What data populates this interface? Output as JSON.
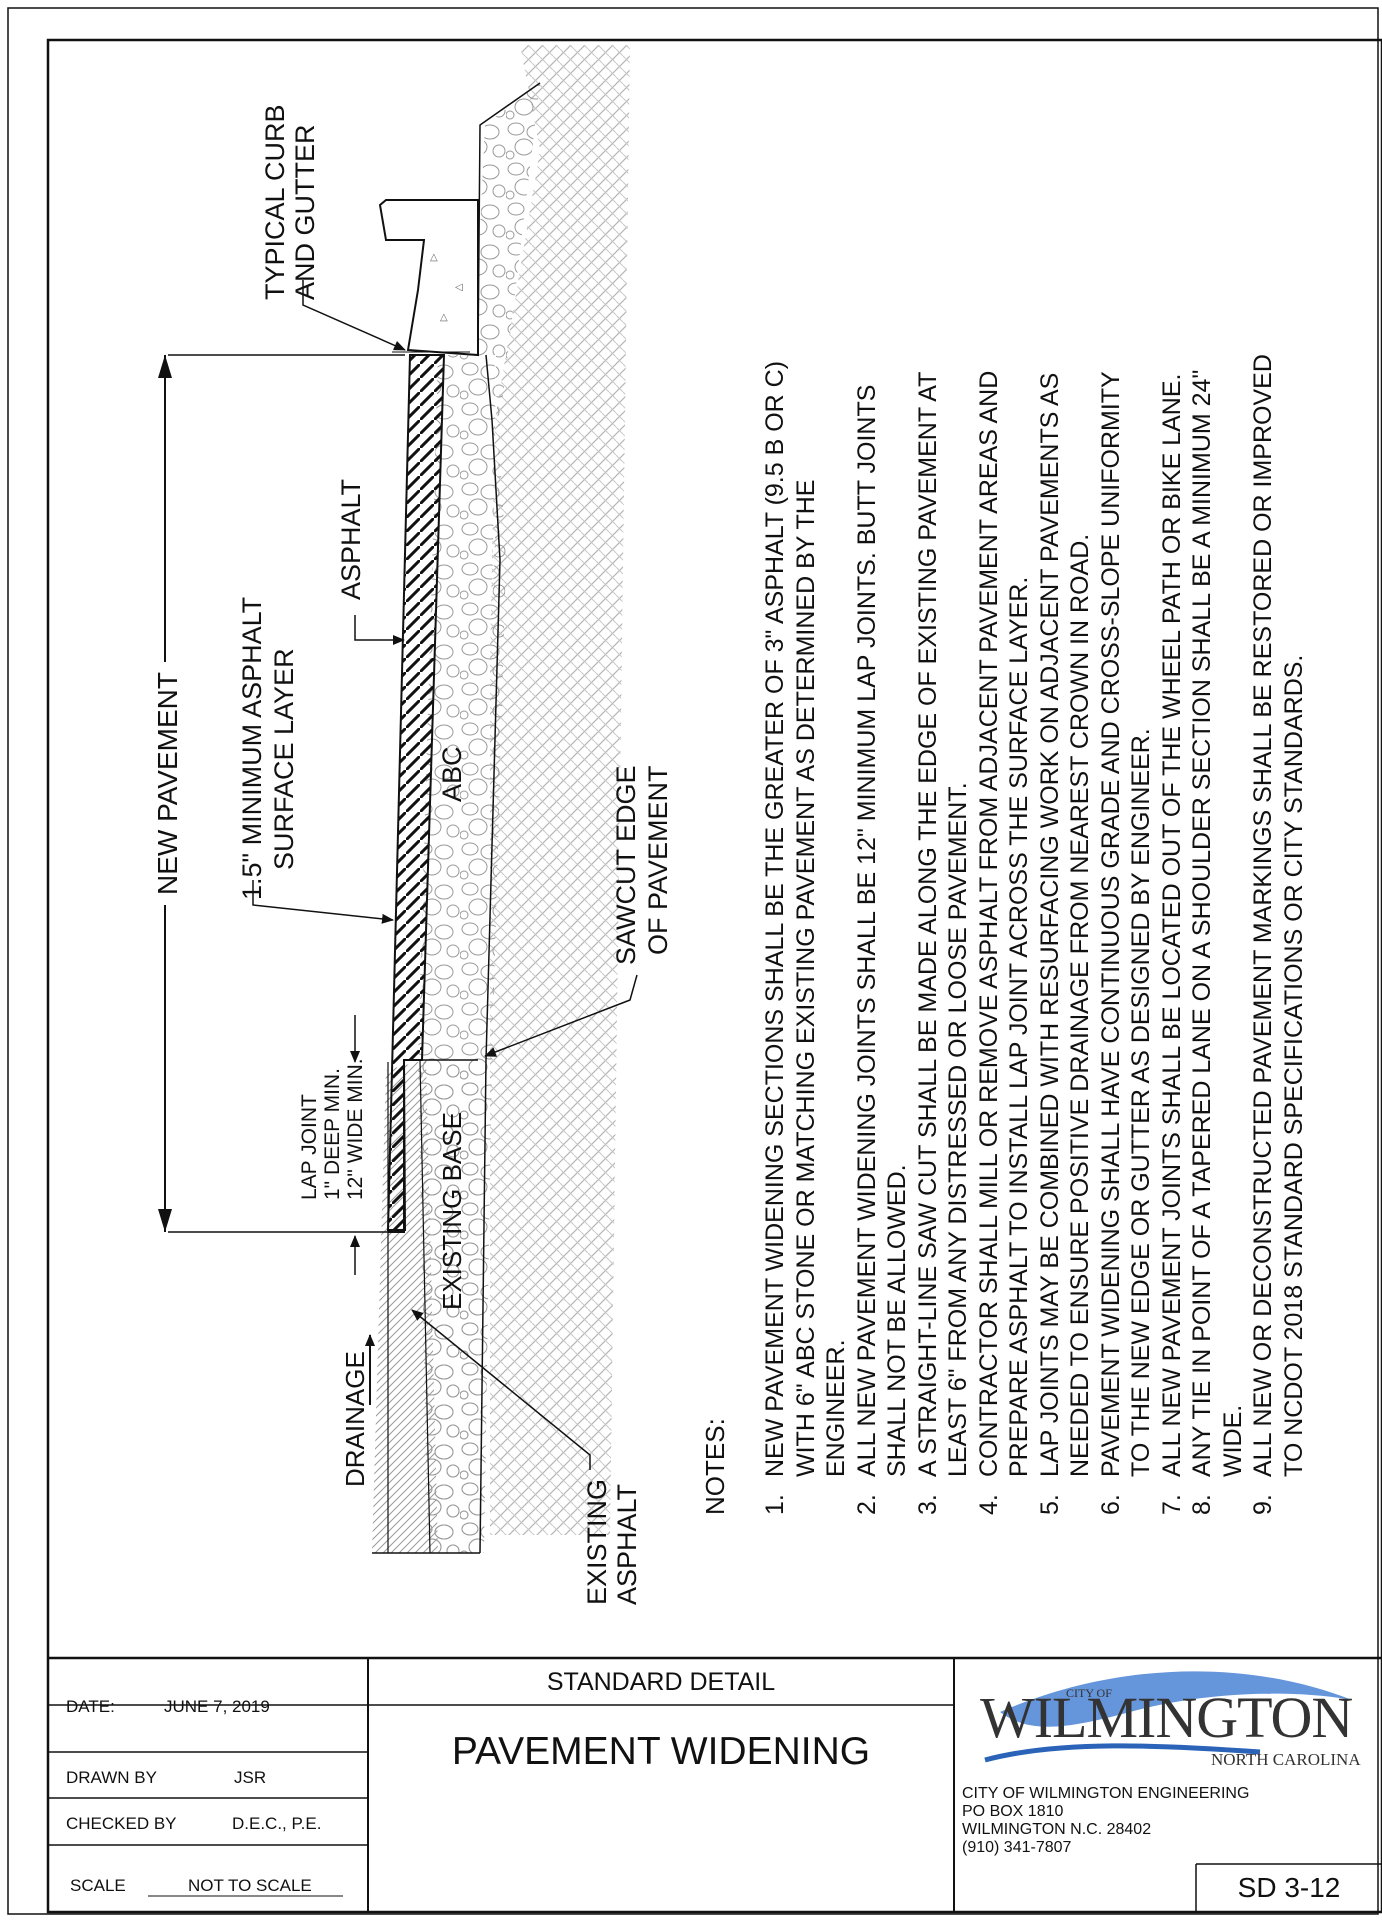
{
  "callouts": {
    "curb_gutter": [
      "TYPICAL CURB",
      "AND GUTTER"
    ],
    "asphalt": "ASPHALT",
    "surface_layer": [
      "1.5\" MINIMUM ASPHALT",
      "SURFACE  LAYER"
    ],
    "new_pavement": "NEW PAVEMENT",
    "abc": "ABC",
    "sawcut": [
      "SAWCUT EDGE",
      "OF PAVEMENT"
    ],
    "lap_joint": [
      "LAP JOINT",
      "1\" DEEP MIN.",
      "12\" WIDE MIN."
    ],
    "existing_base": "EXISTING BASE",
    "drainage": "DRAINAGE",
    "existing_asphalt": [
      "EXISTING",
      "ASPHALT"
    ]
  },
  "notes": {
    "heading": "NOTES:",
    "items": [
      {
        "num": "1.",
        "lines": [
          "NEW PAVEMENT WIDENING SECTIONS SHALL BE THE GREATER OF 3\" ASPHALT (9.5 B OR C)",
          "WITH 6\" ABC STONE OR MATCHING EXISTING PAVEMENT AS DETERMINED BY THE",
          "ENGINEER."
        ]
      },
      {
        "num": "2.",
        "lines": [
          "ALL NEW PAVEMENT WIDENING JOINTS SHALL BE 12\" MINIMUM LAP JOINTS. BUTT JOINTS",
          "SHALL NOT BE ALLOWED."
        ]
      },
      {
        "num": "3.",
        "lines": [
          "A STRAIGHT-LINE SAW CUT SHALL BE MADE ALONG THE EDGE OF EXISTING PAVEMENT AT",
          "LEAST 6\" FROM ANY DISTRESSED OR LOOSE PAVEMENT."
        ]
      },
      {
        "num": "4.",
        "lines": [
          "CONTRACTOR SHALL MILL OR REMOVE ASPHALT FROM ADJACENT PAVEMENT AREAS AND",
          "PREPARE ASPHALT TO INSTALL LAP JOINT ACROSS THE SURFACE LAYER."
        ]
      },
      {
        "num": "5.",
        "lines": [
          "LAP JOINTS MAY BE COMBINED WITH RESURFACING WORK ON ADJACENT PAVEMENTS AS",
          "NEEDED TO ENSURE POSITIVE DRAINAGE FROM NEAREST CROWN IN ROAD."
        ]
      },
      {
        "num": "6.",
        "lines": [
          "PAVEMENT WIDENING SHALL HAVE CONTINUOUS GRADE AND CROSS-SLOPE UNIFORMITY",
          "TO THE NEW EDGE OR GUTTER AS DESIGNED BY ENGINEER."
        ]
      },
      {
        "num": "7.",
        "lines": [
          "ALL NEW PAVEMENT JOINTS SHALL BE LOCATED OUT OF THE WHEEL PATH OR BIKE LANE."
        ]
      },
      {
        "num": "8.",
        "lines": [
          "ANY TIE IN POINT OF A TAPERED LANE ON A SHOULDER SECTION SHALL BE A MINIMUM 24\"",
          "WIDE."
        ]
      },
      {
        "num": "9.",
        "lines": [
          "ALL NEW OR DECONSTRUCTED PAVEMENT MARKINGS SHALL BE RESTORED OR IMPROVED",
          "TO NCDOT 2018 STANDARD SPECIFICATIONS OR CITY STANDARDS."
        ]
      }
    ]
  },
  "title_block": {
    "date_label": "DATE:",
    "date_value": "JUNE 7, 2019",
    "drawn_label": "DRAWN BY",
    "drawn_value": "JSR",
    "checked_label": "CHECKED BY",
    "checked_value": "D.E.C., P.E.",
    "scale_label": "SCALE",
    "scale_value": "NOT TO SCALE",
    "detail_type": "STANDARD DETAIL",
    "detail_title": "PAVEMENT WIDENING",
    "logo": {
      "city_of": "CITY OF",
      "name": "WILMINGTON",
      "state": "NORTH CAROLINA"
    },
    "address": [
      "CITY OF WILMINGTON ENGINEERING",
      "PO BOX 1810",
      "WILMINGTON N.C. 28402",
      "(910) 341-7807"
    ],
    "sheet_number": "SD 3-12"
  },
  "colors": {
    "line": "#111111",
    "hatch": "#9a9a9a",
    "logo_blue": "#2a63b8",
    "logo_text": "#333333"
  }
}
